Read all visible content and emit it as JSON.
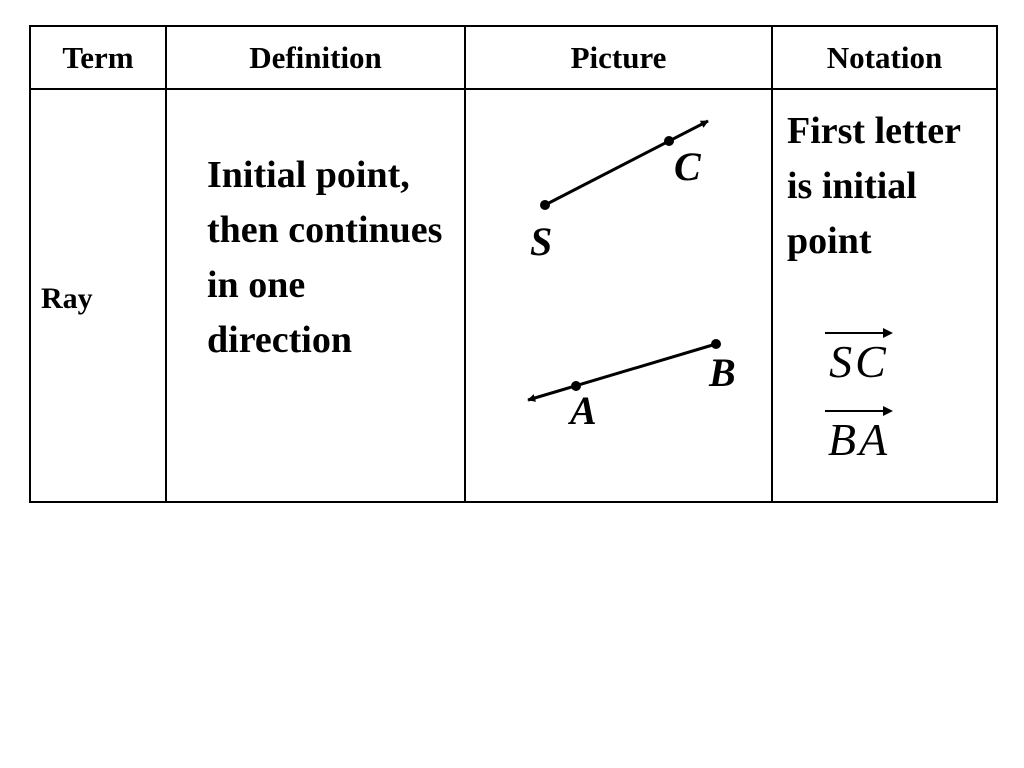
{
  "table": {
    "headers": {
      "term": "Term",
      "definition": "Definition",
      "picture": "Picture",
      "notation": "Notation"
    },
    "rows": [
      {
        "term": "Ray",
        "definition": "Initial point, then continues in one direction",
        "picture": {
          "ray1": {
            "start_label": "S",
            "through_label": "C"
          },
          "ray2": {
            "start_label": "B",
            "through_label": "A"
          }
        },
        "notation": {
          "description": "First letter is initial point",
          "ray1": "SC",
          "ray2": "BA"
        }
      }
    ]
  }
}
